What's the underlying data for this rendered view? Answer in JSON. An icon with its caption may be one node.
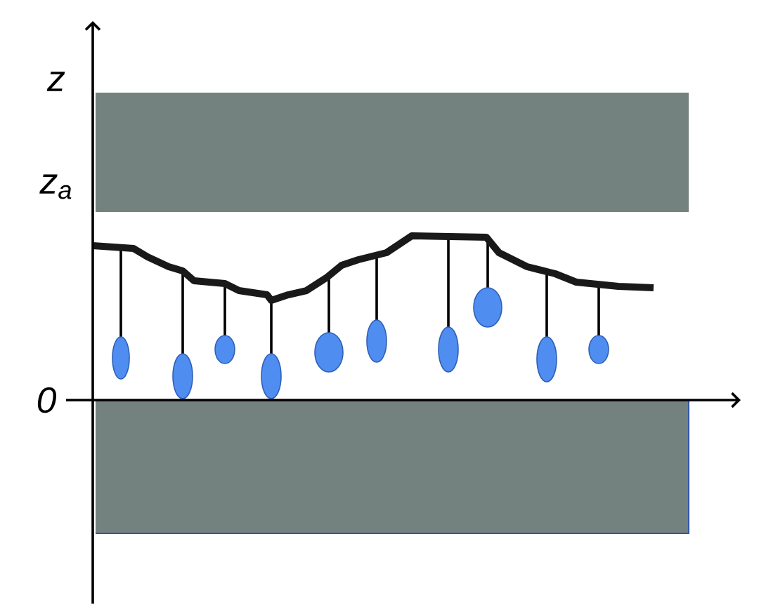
{
  "diagram": {
    "nodes": [
      {
        "text": [],
        "shape": "band"
      },
      {
        "text": [],
        "shape": "band"
      }
    ],
    "labels": [
      "z",
      "z$_{a}$",
      "0"
    ]
  }
}
